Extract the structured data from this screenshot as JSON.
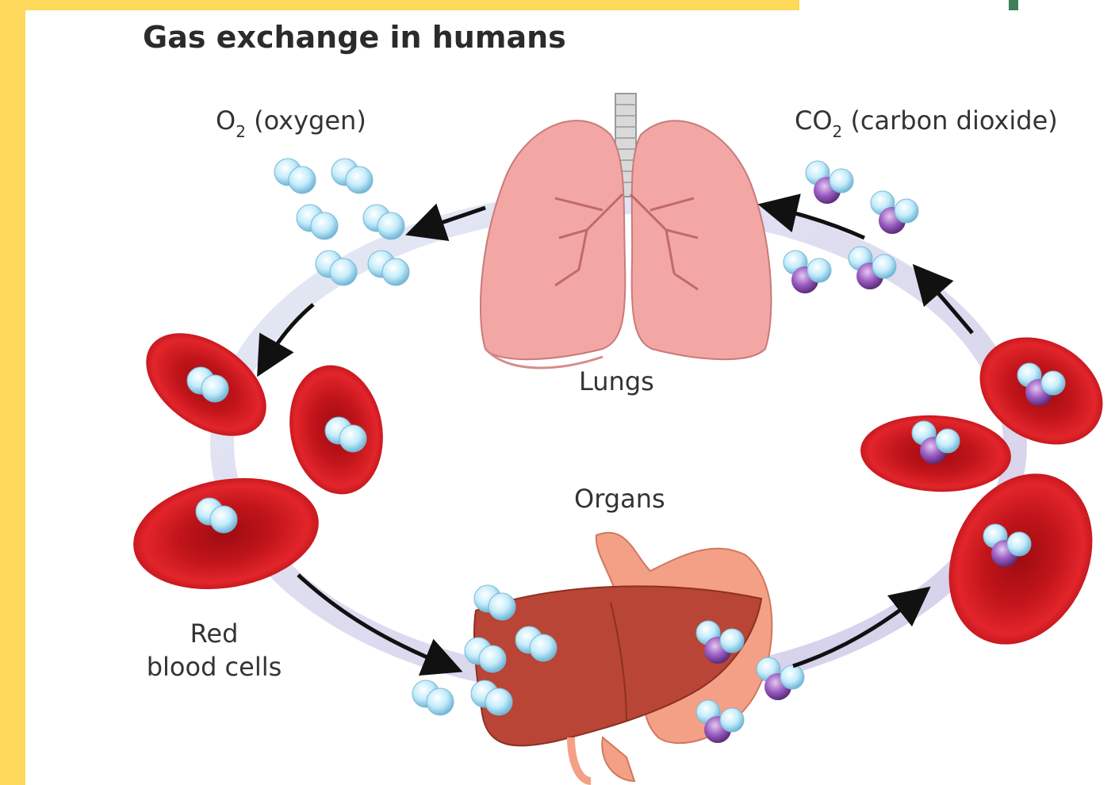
{
  "title": "Gas exchange in humans",
  "labels": {
    "oxygen_prefix": "O",
    "oxygen_sub": "2",
    "oxygen_rest": " (oxygen)",
    "co2_prefix": "CO",
    "co2_sub": "2",
    "co2_rest": " (carbon dioxide)",
    "lungs": "Lungs",
    "organs": "Organs",
    "rbc_line1": "Red",
    "rbc_line2": "blood cells"
  },
  "colors": {
    "frame": "#fdd85a",
    "oxygen": "#aee0f4",
    "carbon": "#8d4fb0",
    "red_cell": "#c8161d",
    "lung": "#f1a3a3",
    "liver": "#b9493b",
    "stomach": "#f09a80"
  },
  "icons": [
    "lungs-icon",
    "liver-icon",
    "stomach-icon",
    "red-blood-cell-icon",
    "oxygen-molecule-icon",
    "co2-molecule-icon",
    "arrow-icon"
  ]
}
